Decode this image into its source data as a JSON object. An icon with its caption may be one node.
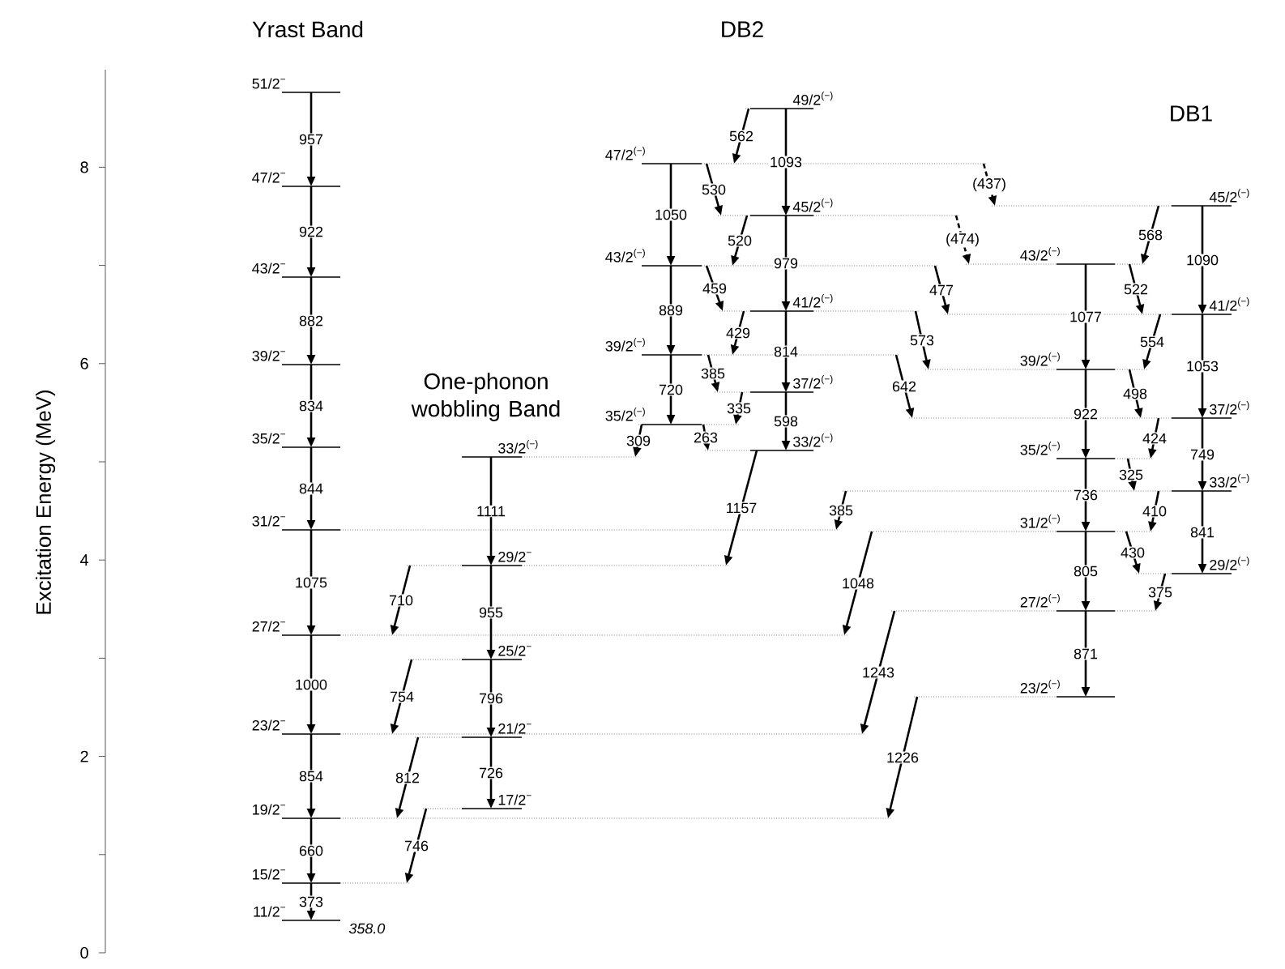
{
  "diagram": {
    "nodes": [
      {
        "text": [
          "51/2$^{−}$"
        ]
      },
      {
        "text": [
          "47/2$^{−}$"
        ]
      },
      {
        "text": [
          "43/2$^{−}$"
        ]
      },
      {
        "text": [
          "39/2$^{−}$"
        ]
      },
      {
        "text": [
          "35/2$^{−}$"
        ]
      },
      {
        "text": [
          "31/2$^{−}$"
        ]
      },
      {
        "text": [
          "27/2$^{−}$"
        ]
      },
      {
        "text": [
          "23/2$^{−}$"
        ]
      },
      {
        "text": [
          "19/2$^{−}$"
        ]
      },
      {
        "text": [
          "15/2$^{−}$"
        ]
      },
      {
        "text": [
          "11/2$^{−}$"
        ],
        "beside": [
          "358.0"
        ]
      },
      {
        "text": [
          "33/2$^{(−)}$"
        ]
      },
      {
        "text": [
          "29/2$^{−}$"
        ]
      },
      {
        "text": [
          "25/2$^{−}$"
        ]
      },
      {
        "text": [
          "21/2$^{−}$"
        ]
      },
      {
        "text": [
          "17/2$^{−}$"
        ]
      },
      {
        "text": [
          "49/2$^{(−)}$"
        ]
      },
      {
        "text": [
          "47/2$^{(−)}$"
        ]
      },
      {
        "text": [
          "45/2$^{(−)}$"
        ]
      },
      {
        "text": [
          "43/2$^{(−)}$"
        ]
      },
      {
        "text": [
          "41/2$^{(−)}$"
        ]
      },
      {
        "text": [
          "39/2$^{(−)}$"
        ]
      },
      {
        "text": [
          "37/2$^{(−)}$"
        ]
      },
      {
        "text": [
          "35/2$^{(−)}$"
        ]
      },
      {
        "text": [
          "33/2$^{(−)}$"
        ]
      },
      {
        "text": [
          "45/2$^{(−)}$"
        ]
      },
      {
        "text": [
          "43/2$^{(−)}$"
        ]
      },
      {
        "text": [
          "41/2$^{(−)}$"
        ]
      },
      {
        "text": [
          "39/2$^{(−)}$"
        ]
      },
      {
        "text": [
          "37/2$^{(−)}$"
        ]
      },
      {
        "text": [
          "35/2$^{(−)}$"
        ]
      },
      {
        "text": [
          "33/2$^{(−)}$"
        ]
      },
      {
        "text": [
          "31/2$^{(−)}$"
        ]
      },
      {
        "text": [
          "29/2$^{(−)}$"
        ]
      },
      {
        "text": [
          "27/2$^{(−)}$"
        ]
      },
      {
        "text": [
          "23/2$^{(−)}$"
        ]
      }
    ],
    "edges": [
      {
        "from": 0,
        "to": 1,
        "arrow": "to",
        "label": "957"
      },
      {
        "from": 1,
        "to": 2,
        "arrow": "to",
        "label": "922"
      },
      {
        "from": 2,
        "to": 3,
        "arrow": "to",
        "label": "882"
      },
      {
        "from": 3,
        "to": 4,
        "arrow": "to",
        "label": "834"
      },
      {
        "from": 4,
        "to": 5,
        "arrow": "to",
        "label": "844"
      },
      {
        "from": 5,
        "to": 6,
        "arrow": "to",
        "label": "1075"
      },
      {
        "from": 6,
        "to": 7,
        "arrow": "to",
        "label": "1000"
      },
      {
        "from": 7,
        "to": 8,
        "arrow": "to",
        "label": "854"
      },
      {
        "from": 8,
        "to": 9,
        "arrow": "to",
        "label": "660"
      },
      {
        "from": 9,
        "to": 10,
        "arrow": "to",
        "label": "373"
      },
      {
        "from": 11,
        "to": 12,
        "arrow": "to",
        "label": "1111"
      },
      {
        "from": 12,
        "to": 13,
        "arrow": "to",
        "label": "955"
      },
      {
        "from": 13,
        "to": 14,
        "arrow": "to",
        "label": "796"
      },
      {
        "from": 14,
        "to": 15,
        "arrow": "to",
        "label": "726"
      },
      {
        "from": 12,
        "to": 6,
        "arrow": "to",
        "label": "710"
      },
      {
        "from": 13,
        "to": 7,
        "arrow": "to",
        "label": "754"
      },
      {
        "from": 14,
        "to": 8,
        "arrow": "to",
        "label": "812"
      },
      {
        "from": 15,
        "to": 9,
        "arrow": "to",
        "label": "746"
      },
      {
        "from": 16,
        "to": 18,
        "arrow": "to",
        "label": "1093"
      },
      {
        "from": 18,
        "to": 20,
        "arrow": "to",
        "label": "979"
      },
      {
        "from": 20,
        "to": 22,
        "arrow": "to",
        "label": "814"
      },
      {
        "from": 22,
        "to": 24,
        "arrow": "to",
        "label": "598"
      },
      {
        "from": 17,
        "to": 19,
        "arrow": "to",
        "label": "1050"
      },
      {
        "from": 19,
        "to": 21,
        "arrow": "to",
        "label": "889"
      },
      {
        "from": 21,
        "to": 23,
        "arrow": "to",
        "label": "720"
      },
      {
        "from": 16,
        "to": 17,
        "arrow": "to",
        "label": "562"
      },
      {
        "from": 17,
        "to": 18,
        "arrow": "to",
        "label": "530"
      },
      {
        "from": 18,
        "to": 19,
        "arrow": "to",
        "label": "520"
      },
      {
        "from": 19,
        "to": 20,
        "arrow": "to",
        "label": "459"
      },
      {
        "from": 20,
        "to": 21,
        "arrow": "to",
        "label": "429"
      },
      {
        "from": 21,
        "to": 22,
        "arrow": "to",
        "label": "385"
      },
      {
        "from": 22,
        "to": 23,
        "arrow": "to",
        "label": "335"
      },
      {
        "from": 23,
        "to": 24,
        "arrow": "to",
        "label": "263"
      },
      {
        "from": 23,
        "to": 11,
        "arrow": "to",
        "label": "309"
      },
      {
        "from": 24,
        "to": 12,
        "arrow": "to",
        "label": "1157"
      },
      {
        "from": 17,
        "to": 25,
        "arrow": "to",
        "label": "(437)",
        "style": "dashed"
      },
      {
        "from": 18,
        "to": 26,
        "arrow": "to",
        "label": "(474)",
        "style": "dashed"
      },
      {
        "from": 19,
        "to": 27,
        "arrow": "to",
        "label": "477"
      },
      {
        "from": 20,
        "to": 28,
        "arrow": "to",
        "label": "573"
      },
      {
        "from": 21,
        "to": 29,
        "arrow": "to",
        "label": "642"
      },
      {
        "from": 26,
        "to": 28,
        "arrow": "to",
        "label": "1077"
      },
      {
        "from": 28,
        "to": 30,
        "arrow": "to",
        "label": "922"
      },
      {
        "from": 30,
        "to": 32,
        "arrow": "to",
        "label": "736"
      },
      {
        "from": 32,
        "to": 34,
        "arrow": "to",
        "label": "805"
      },
      {
        "from": 34,
        "to": 35,
        "arrow": "to",
        "label": "871"
      },
      {
        "from": 25,
        "to": 27,
        "arrow": "to",
        "label": "1090"
      },
      {
        "from": 27,
        "to": 29,
        "arrow": "to",
        "label": "1053"
      },
      {
        "from": 29,
        "to": 31,
        "arrow": "to",
        "label": "749"
      },
      {
        "from": 31,
        "to": 33,
        "arrow": "to",
        "label": "841"
      },
      {
        "from": 25,
        "to": 26,
        "arrow": "to",
        "label": "568"
      },
      {
        "from": 26,
        "to": 27,
        "arrow": "to",
        "label": "522"
      },
      {
        "from": 27,
        "to": 28,
        "arrow": "to",
        "label": "554"
      },
      {
        "from": 28,
        "to": 29,
        "arrow": "to",
        "label": "498"
      },
      {
        "from": 29,
        "to": 30,
        "arrow": "to",
        "label": "424"
      },
      {
        "from": 30,
        "to": 31,
        "arrow": "to",
        "label": "325"
      },
      {
        "from": 31,
        "to": 32,
        "arrow": "to",
        "label": "410"
      },
      {
        "from": 32,
        "to": 33,
        "arrow": "to",
        "label": "430"
      },
      {
        "from": 33,
        "to": 34,
        "arrow": "to",
        "label": "375"
      },
      {
        "from": 31,
        "to": 5,
        "arrow": "to",
        "label": "385"
      },
      {
        "from": 32,
        "to": 6,
        "arrow": "to",
        "label": "1048"
      },
      {
        "from": 34,
        "to": 7,
        "arrow": "to",
        "label": "1243"
      },
      {
        "from": 35,
        "to": 8,
        "arrow": "to",
        "label": "1226"
      }
    ],
    "labels": [
      "Yrast Band",
      "DB2",
      "DB1",
      "One-phonon wobbling Band",
      "Excitation Energy (MeV)",
      "8",
      "6",
      "4",
      "2",
      "0"
    ]
  }
}
